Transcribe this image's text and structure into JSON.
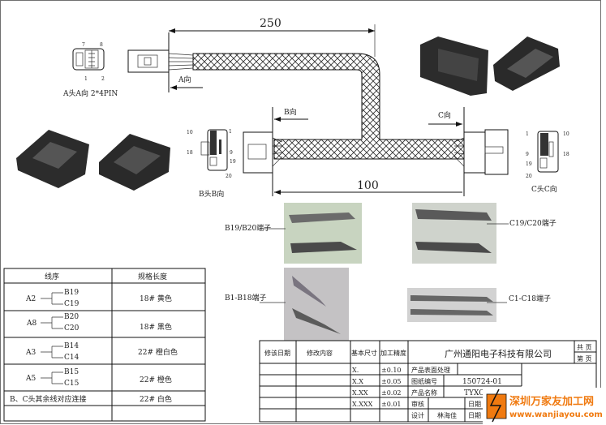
{
  "dimensions": {
    "top_length": "250",
    "branch_length": "100"
  },
  "views": {
    "a_dir": "A向",
    "b_dir": "B向",
    "c_dir": "C向",
    "a_head": "A头A向 2*4PIN",
    "b_head": "B头B向",
    "c_head": "C头C向",
    "a_pins": [
      "7",
      "8",
      "1",
      "2"
    ],
    "b_pins": [
      "10",
      "1",
      "18",
      "9",
      "19",
      "20"
    ],
    "c_pins": [
      "1",
      "10",
      "9",
      "18",
      "19",
      "20"
    ]
  },
  "terminals": {
    "b19_b20": "B19/B20端子",
    "c19_c20": "C19/C20端子",
    "b1_b18": "B1-B18端子",
    "c1_c18": "C1-C18端子"
  },
  "wire_table": {
    "headers": [
      "线序",
      "规格长度"
    ],
    "rows": [
      {
        "from": "A2",
        "to1": "B19",
        "to2": "C19",
        "spec": "18# 黄色"
      },
      {
        "from": "A8",
        "to1": "B20",
        "to2": "C20",
        "spec": "18# 黑色"
      },
      {
        "from": "A3",
        "to1": "B14",
        "to2": "C14",
        "spec": "22# 橙白色"
      },
      {
        "from": "A5",
        "to1": "B15",
        "to2": "C15",
        "spec": "22# 橙色"
      }
    ],
    "note_row": {
      "text": "B、C头其余线对应连接",
      "spec": "22# 白色"
    }
  },
  "title_block": {
    "company": "广州通阳电子科技有限公司",
    "headers": [
      "修该日期",
      "修改内容",
      "基本尺寸",
      "加工精度"
    ],
    "total_pages": "共  页",
    "page_no": "第  页",
    "tolerances": [
      {
        "size": "X.",
        "tol": "±0.10"
      },
      {
        "size": "X.X",
        "tol": "±0.05"
      },
      {
        "size": "X.XX",
        "tol": "±0.02"
      },
      {
        "size": "X.XXX",
        "tol": "±0.01"
      }
    ],
    "surface_label": "产品表面处理",
    "drawing_no_label": "图纸编号",
    "drawing_no": "150724-01",
    "product_name_label": "产品名称",
    "product_name": "TYXC",
    "review_label": "审核",
    "design_label": "设计",
    "designer": "林海佳",
    "date_label": "日期"
  },
  "watermark": {
    "cn": "深圳万家友加工网",
    "url": "www.wanjiayou.com"
  }
}
